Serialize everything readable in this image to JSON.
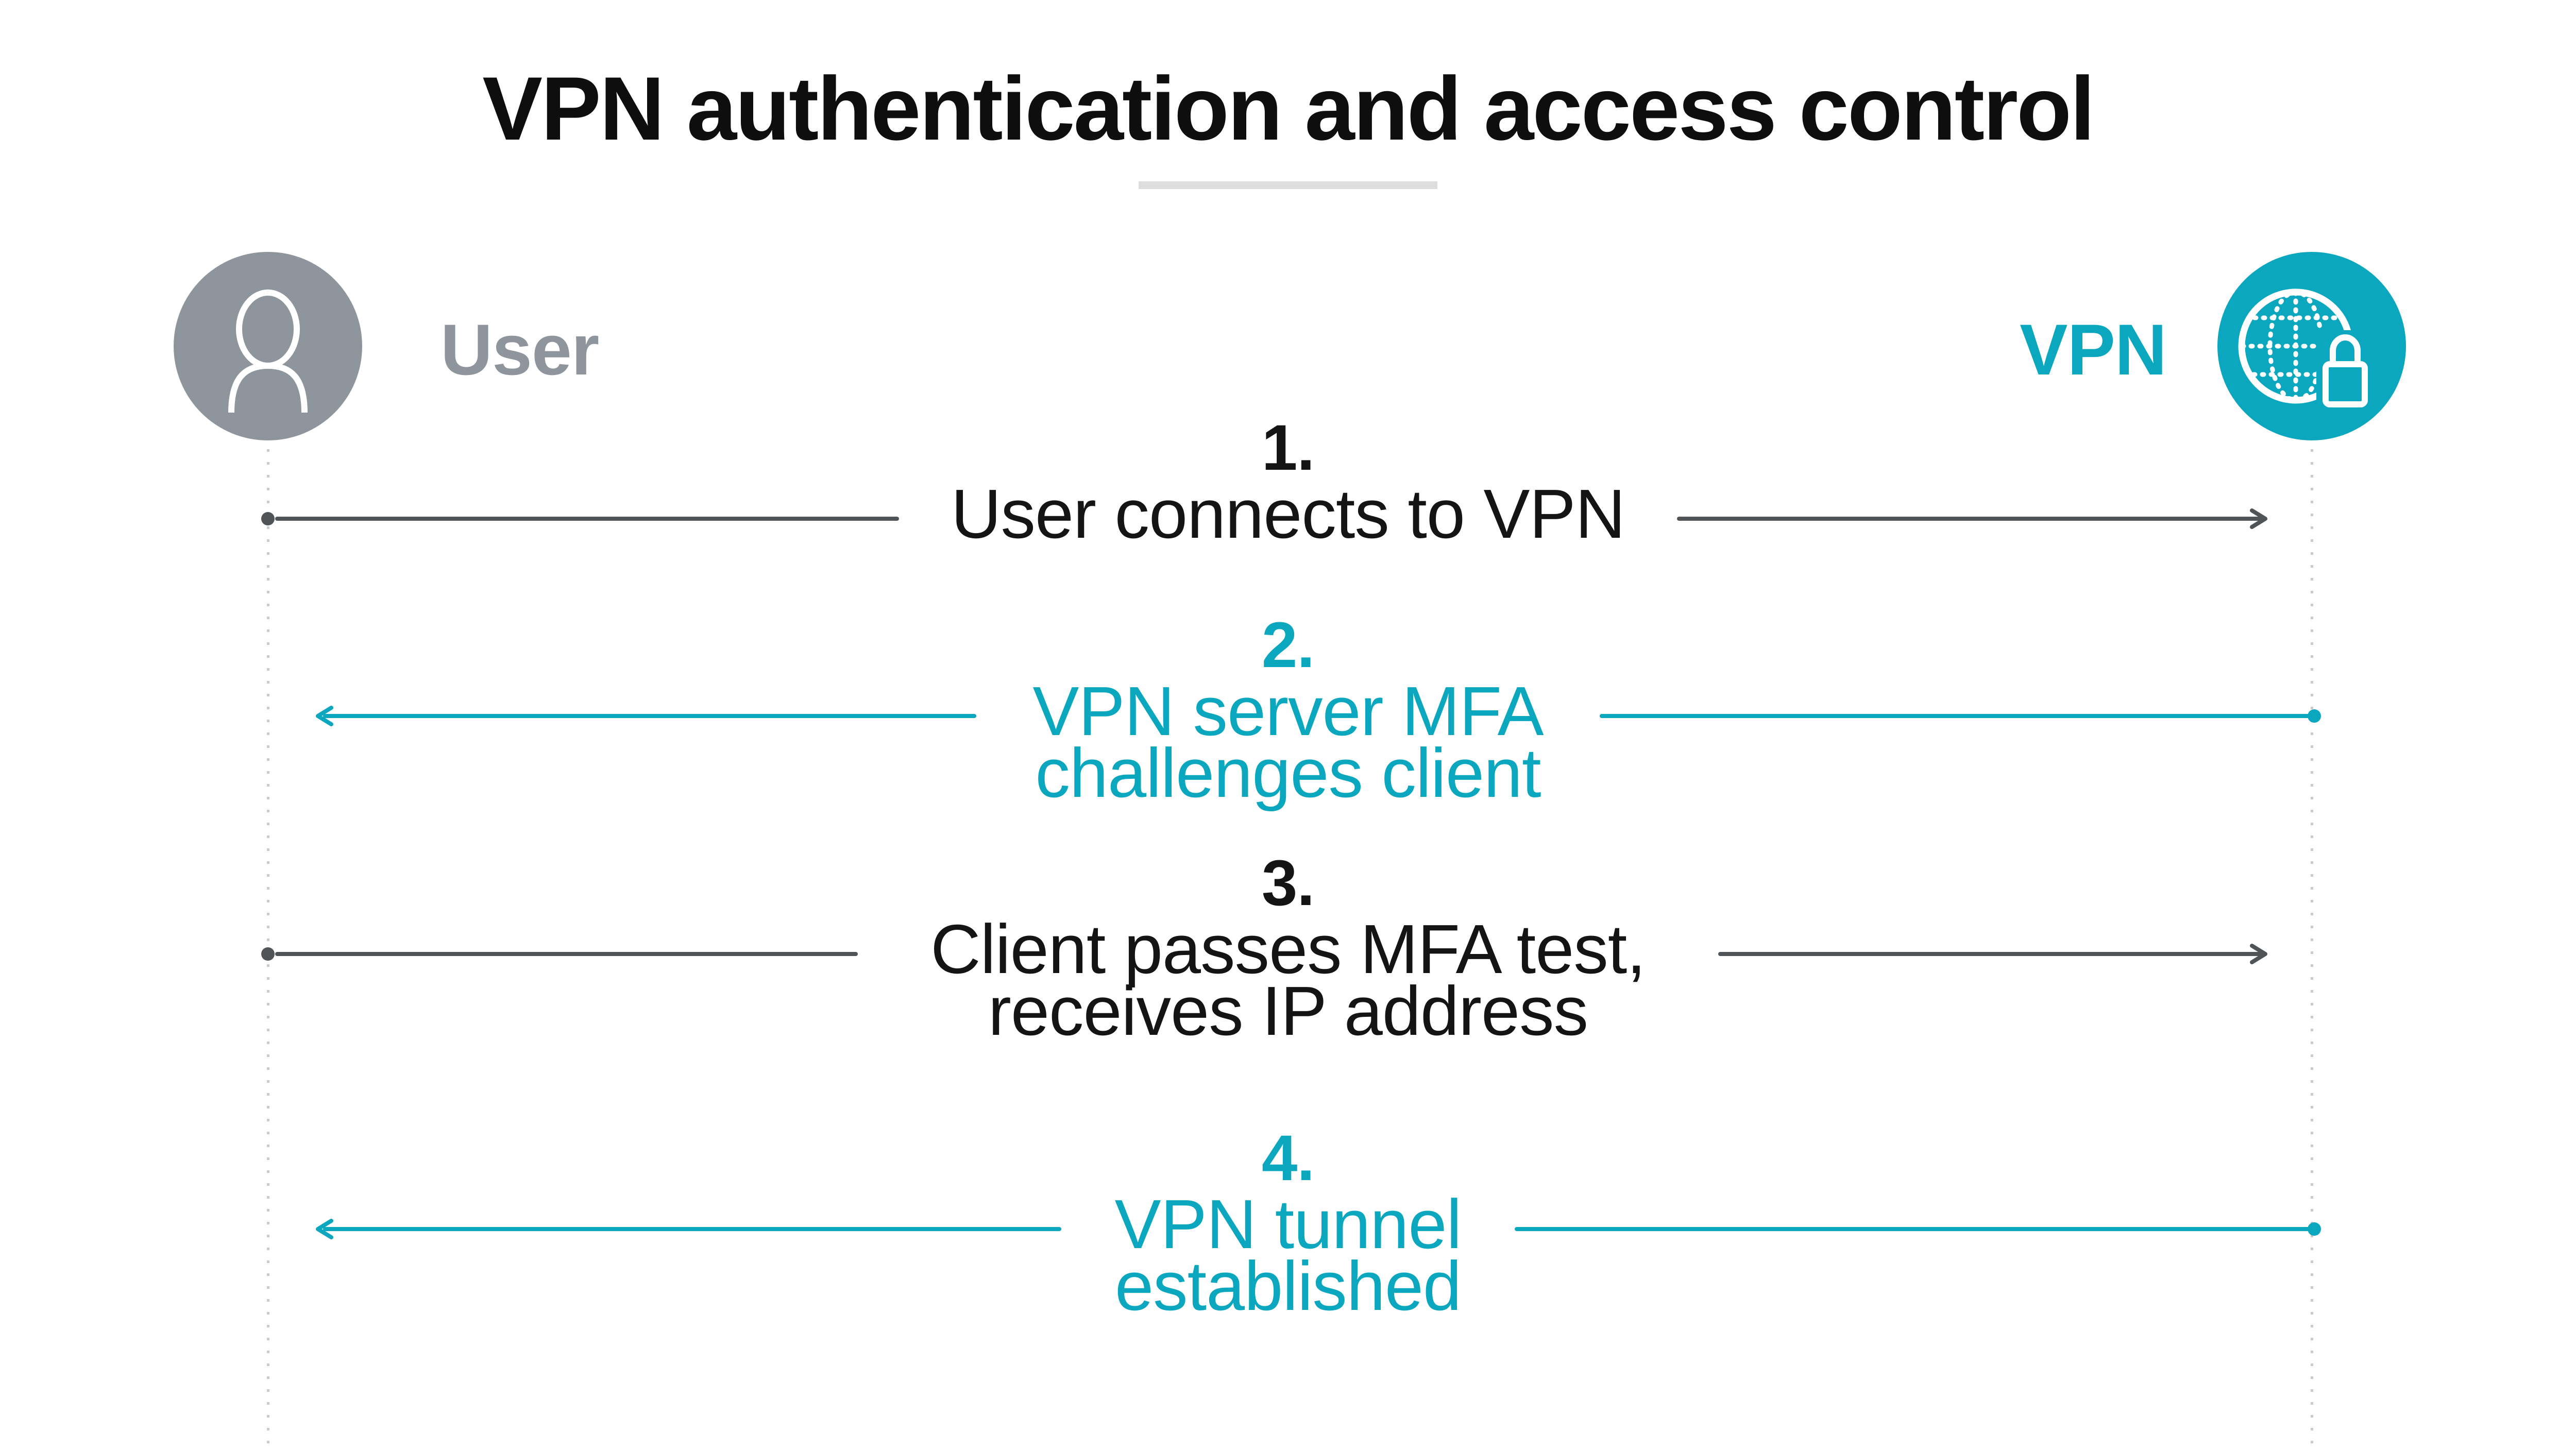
{
  "title": "VPN authentication and access control",
  "actors": {
    "user": {
      "label": "User",
      "icon": "person-icon"
    },
    "vpn": {
      "label": "VPN",
      "icon": "globe-lock-icon"
    }
  },
  "steps": [
    {
      "number": "1.",
      "lines": [
        "User connects to VPN"
      ],
      "from": "user",
      "to": "vpn",
      "color": "dark"
    },
    {
      "number": "2.",
      "lines": [
        "VPN server MFA",
        "challenges client"
      ],
      "from": "vpn",
      "to": "user",
      "color": "teal"
    },
    {
      "number": "3.",
      "lines": [
        "Client passes MFA test,",
        "receives IP address"
      ],
      "from": "user",
      "to": "vpn",
      "color": "dark"
    },
    {
      "number": "4.",
      "lines": [
        "VPN tunnel",
        "established"
      ],
      "from": "vpn",
      "to": "user",
      "color": "teal"
    }
  ],
  "colors": {
    "teal_accent": "#0ba7bf",
    "actor_gray": "#8f959d",
    "dark_arrow": "#515457",
    "text_black": "#141414",
    "lifeline_dot_gray": "#c7cbce",
    "title_divider_gray": "#dedede"
  }
}
